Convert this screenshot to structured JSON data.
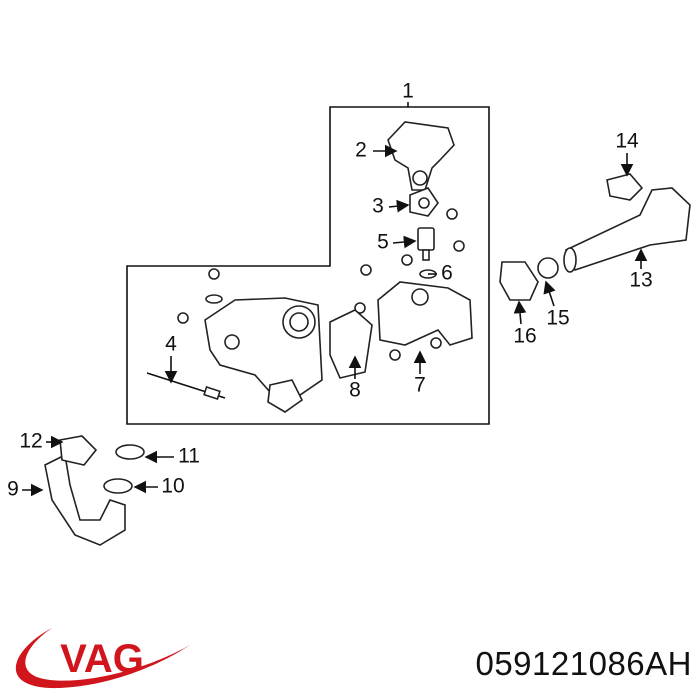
{
  "diagram": {
    "callouts": [
      {
        "id": "1",
        "text": "1"
      },
      {
        "id": "2",
        "text": "2"
      },
      {
        "id": "3",
        "text": "3"
      },
      {
        "id": "4",
        "text": "4"
      },
      {
        "id": "5",
        "text": "5"
      },
      {
        "id": "6",
        "text": "6"
      },
      {
        "id": "7",
        "text": "7"
      },
      {
        "id": "8",
        "text": "8"
      },
      {
        "id": "9",
        "text": "9"
      },
      {
        "id": "10",
        "text": "10"
      },
      {
        "id": "11",
        "text": "11"
      },
      {
        "id": "12",
        "text": "12"
      },
      {
        "id": "13",
        "text": "13"
      },
      {
        "id": "14",
        "text": "14"
      },
      {
        "id": "15",
        "text": "15"
      },
      {
        "id": "16",
        "text": "16"
      }
    ]
  },
  "brand": {
    "logo_text": "VAG",
    "color": "#d0161c"
  },
  "part_number": "059121086AH"
}
